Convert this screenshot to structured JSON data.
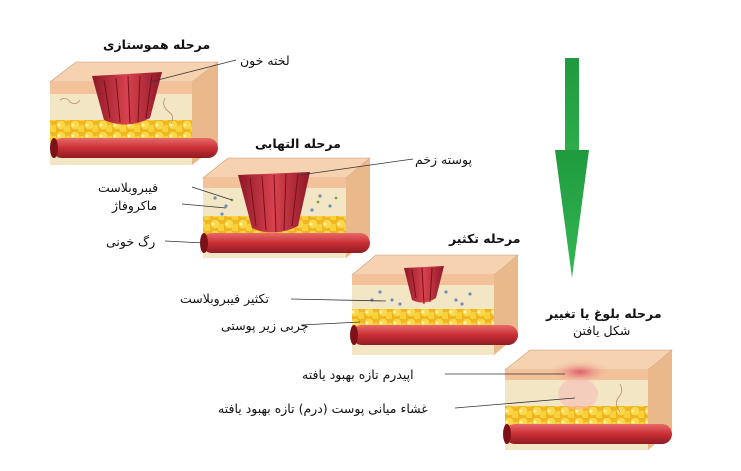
{
  "stages": [
    {
      "id": "hemostasis",
      "title": "مرحله هموستازی",
      "labels": [
        "لخته خون"
      ]
    },
    {
      "id": "inflammatory",
      "title": "مرحله التهابی",
      "labels": [
        "پوسته زخم",
        "فیبروبلاست",
        "ماکروفاژ",
        "رگ خونی"
      ]
    },
    {
      "id": "proliferative",
      "title": "مرحله تکثیر",
      "labels": [
        "تکثیر فیبروبلاست",
        "چربی زیر پوستی"
      ]
    },
    {
      "id": "remodeling",
      "title_lines": [
        "مرحله بلوغ یا تغییر",
        "شکل یافتن"
      ],
      "labels": [
        "اپیدرم تازه بهبود یافته",
        "غشاء میانی پوست (درم) تازه بهبود یافته"
      ]
    }
  ],
  "colors": {
    "arrow": "#2aa84a",
    "epidermis": "#f3c7a4",
    "dermis": "#f3e6c4",
    "fat": "#f7cf2f",
    "vessel": "#d23c40",
    "clot": "#c42a3a"
  }
}
